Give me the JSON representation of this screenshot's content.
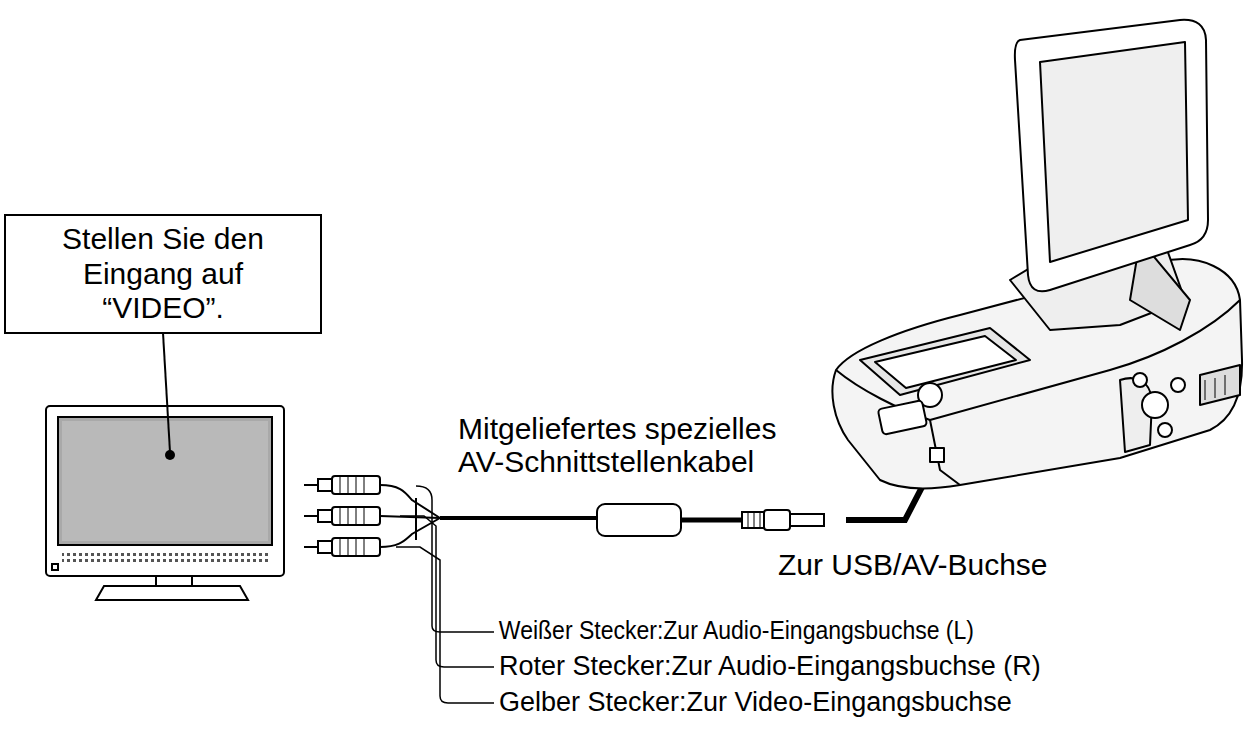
{
  "diagram": {
    "nodes": [
      {
        "text": [
          "Stellen Sie den Eingang auf “VIDEO”."
        ]
      }
    ],
    "edges": [],
    "labels": [
      "Mitgeliefertes spezielles AV-Schnittstellenkabel",
      "Zur USB/AV-Buchse",
      "Weißer Stecker:Zur Audio-Eingangsbuchse (L)",
      "Roter Stecker:Zur Audio-Eingangsbuchse (R)",
      "Gelber Stecker:Zur Video-Eingangsbuchse"
    ]
  }
}
